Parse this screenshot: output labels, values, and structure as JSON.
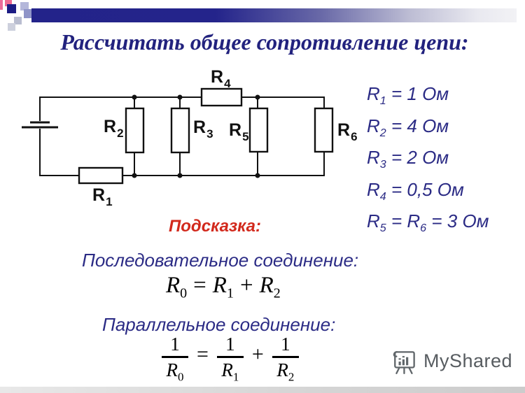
{
  "colors": {
    "title_navy": "#22227E",
    "text_navy": "#2B2B85",
    "hint_red": "#D2291C",
    "header_bar_navy": "#23238A",
    "circuit_black": "#111111",
    "watermark_gray": "#575C60"
  },
  "title": "Рассчитать общее сопротивление цепи:",
  "circuit": {
    "r1": {
      "base": "R",
      "sub": "1"
    },
    "r2": {
      "base": "R",
      "sub": "2"
    },
    "r3": {
      "base": "R",
      "sub": "3"
    },
    "r4": {
      "base": "R",
      "sub": "4"
    },
    "r5": {
      "base": "R",
      "sub": "5"
    },
    "r6": {
      "base": "R",
      "sub": "6"
    }
  },
  "values": [
    {
      "base": "R",
      "sub": "1",
      "eq": " = 1 Ом"
    },
    {
      "base": "R",
      "sub": "2",
      "eq": " = 4 Ом"
    },
    {
      "base": "R",
      "sub": "3",
      "eq": " = 2 Ом"
    },
    {
      "base": "R",
      "sub": "4",
      "eq": " = 0,5 Ом"
    },
    {
      "base": "R",
      "sub": "5",
      "eq": " = ",
      "base2": "R",
      "sub2": "6",
      "eq2": " = 3 Ом"
    }
  ],
  "hint": {
    "heading": "Подсказка:",
    "series_label": "Последовательное соединение:",
    "series_formula": {
      "b1": "R",
      "s1": "0",
      "op1": "=",
      "b2": "R",
      "s2": "1",
      "op2": "+",
      "b3": "R",
      "s3": "2"
    },
    "parallel_label": "Параллельное соединение:",
    "parallel_formula": {
      "n1": "1",
      "d1b": "R",
      "d1s": "0",
      "eq": "=",
      "n2": "1",
      "d2b": "R",
      "d2s": "1",
      "plus": "+",
      "n3": "1",
      "d3b": "R",
      "d3s": "2"
    }
  },
  "watermark": {
    "text": "MyShared"
  }
}
